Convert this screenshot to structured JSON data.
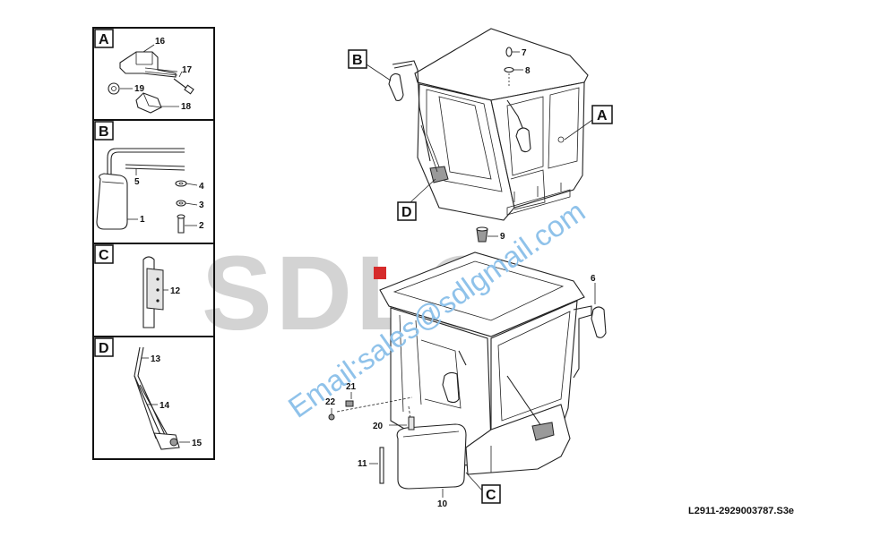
{
  "watermark": {
    "brand": "SDLG",
    "brand_accent": "#d62b2b",
    "email": "Email:sales@sdlgmail.com"
  },
  "drawing_code": "L2911-2929003787.S3e",
  "callout_boxes": {
    "A": "A",
    "B": "B",
    "C": "C",
    "D": "D"
  },
  "detail_panels": [
    {
      "label": "A",
      "parts": [
        "16",
        "17",
        "19",
        "18"
      ]
    },
    {
      "label": "B",
      "parts": [
        "5",
        "4",
        "3",
        "1",
        "2"
      ]
    },
    {
      "label": "C",
      "parts": [
        "12"
      ]
    },
    {
      "label": "D",
      "parts": [
        "13",
        "14",
        "15"
      ]
    }
  ],
  "main_parts": [
    "7",
    "8",
    "9",
    "6",
    "21",
    "22",
    "20",
    "11",
    "10"
  ]
}
